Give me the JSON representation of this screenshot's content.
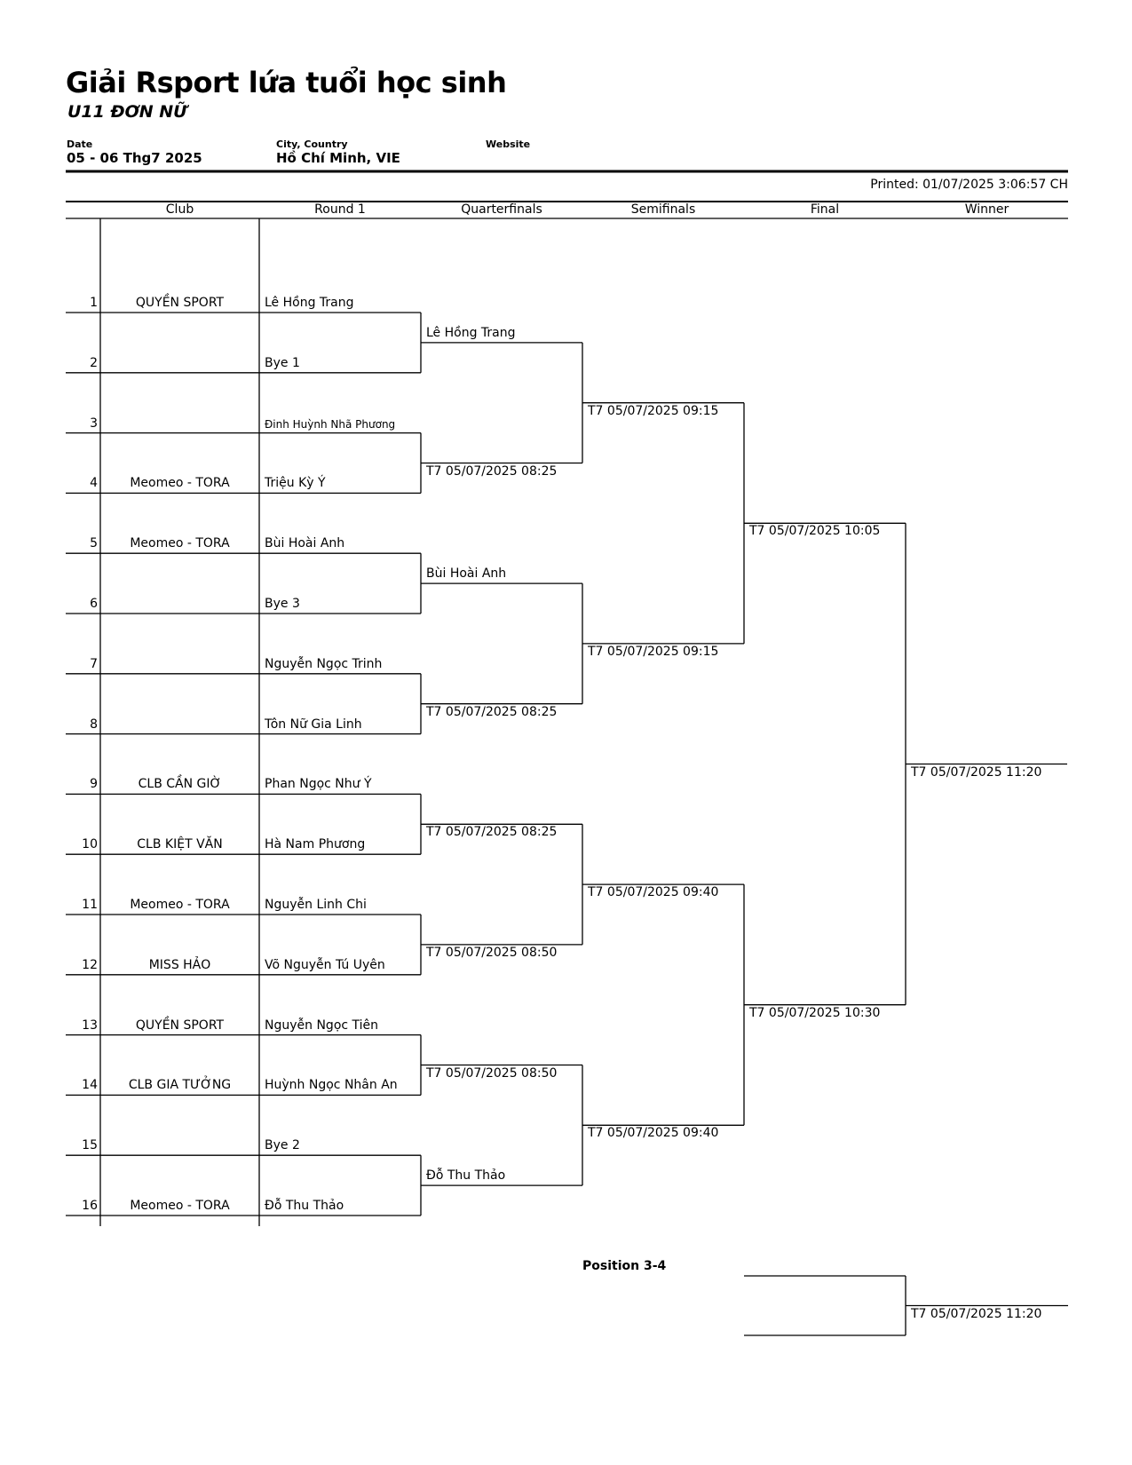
{
  "header": {
    "title": "Giải Rsport lứa tuổi học sinh",
    "subtitle": "U11 ĐƠN NỮ",
    "date_label": "Date",
    "date_value": "05 - 06 Thg7 2025",
    "city_label": "City, Country",
    "city_value": "Hồ Chí Minh, VIE",
    "website_label": "Website",
    "printed": "Printed: 01/07/2025 3:06:57 CH"
  },
  "columns": [
    "Club",
    "Round 1",
    "Quarterfinals",
    "Semifinals",
    "Final",
    "Winner"
  ],
  "entries": [
    {
      "seed": "1",
      "club": "QUYỀN SPORT",
      "player": "Lê Hồng Trang"
    },
    {
      "seed": "2",
      "club": "",
      "player": "Bye 1"
    },
    {
      "seed": "3",
      "club": "",
      "player": "Đinh Huỳnh Nhã Phương"
    },
    {
      "seed": "4",
      "club": "Meomeo - TORA",
      "player": "Triệu Kỳ Ý"
    },
    {
      "seed": "5",
      "club": "Meomeo - TORA",
      "player": "Bùi Hoài Anh"
    },
    {
      "seed": "6",
      "club": "",
      "player": "Bye 3"
    },
    {
      "seed": "7",
      "club": "",
      "player": "Nguyễn Ngọc Trinh"
    },
    {
      "seed": "8",
      "club": "",
      "player": "Tôn Nữ Gia Linh"
    },
    {
      "seed": "9",
      "club": "CLB CẦN GIỜ",
      "player": "Phan Ngọc Như Ý"
    },
    {
      "seed": "10",
      "club": "CLB KIỆT VĂN",
      "player": "Hà Nam Phương"
    },
    {
      "seed": "11",
      "club": "Meomeo - TORA",
      "player": "Nguyễn Linh Chi"
    },
    {
      "seed": "12",
      "club": "MISS HẢO",
      "player": "Võ Nguyễn Tú Uyên"
    },
    {
      "seed": "13",
      "club": "QUYỀN SPORT",
      "player": "Nguyễn Ngọc Tiên"
    },
    {
      "seed": "14",
      "club": "CLB GIA TƯỞNG",
      "player": "Huỳnh Ngọc Nhân An"
    },
    {
      "seed": "15",
      "club": "",
      "player": "Bye 2"
    },
    {
      "seed": "16",
      "club": "Meomeo - TORA",
      "player": "Đỗ Thu Thảo"
    }
  ],
  "rounds": [
    [
      "Lê Hồng Trang",
      "T7 05/07/2025 08:25",
      "Bùi Hoài Anh",
      "T7 05/07/2025 08:25",
      "T7 05/07/2025 08:25",
      "T7 05/07/2025 08:50",
      "T7 05/07/2025 08:50",
      "Đỗ Thu Thảo"
    ],
    [
      "T7 05/07/2025 09:15",
      "T7 05/07/2025 09:15",
      "T7 05/07/2025 09:40",
      "T7 05/07/2025 09:40"
    ],
    [
      "T7 05/07/2025 10:05",
      "T7 05/07/2025 10:30"
    ],
    [
      "T7 05/07/2025 11:20"
    ]
  ],
  "position34": {
    "label": "Position 3-4",
    "result": "T7 05/07/2025 11:20"
  }
}
